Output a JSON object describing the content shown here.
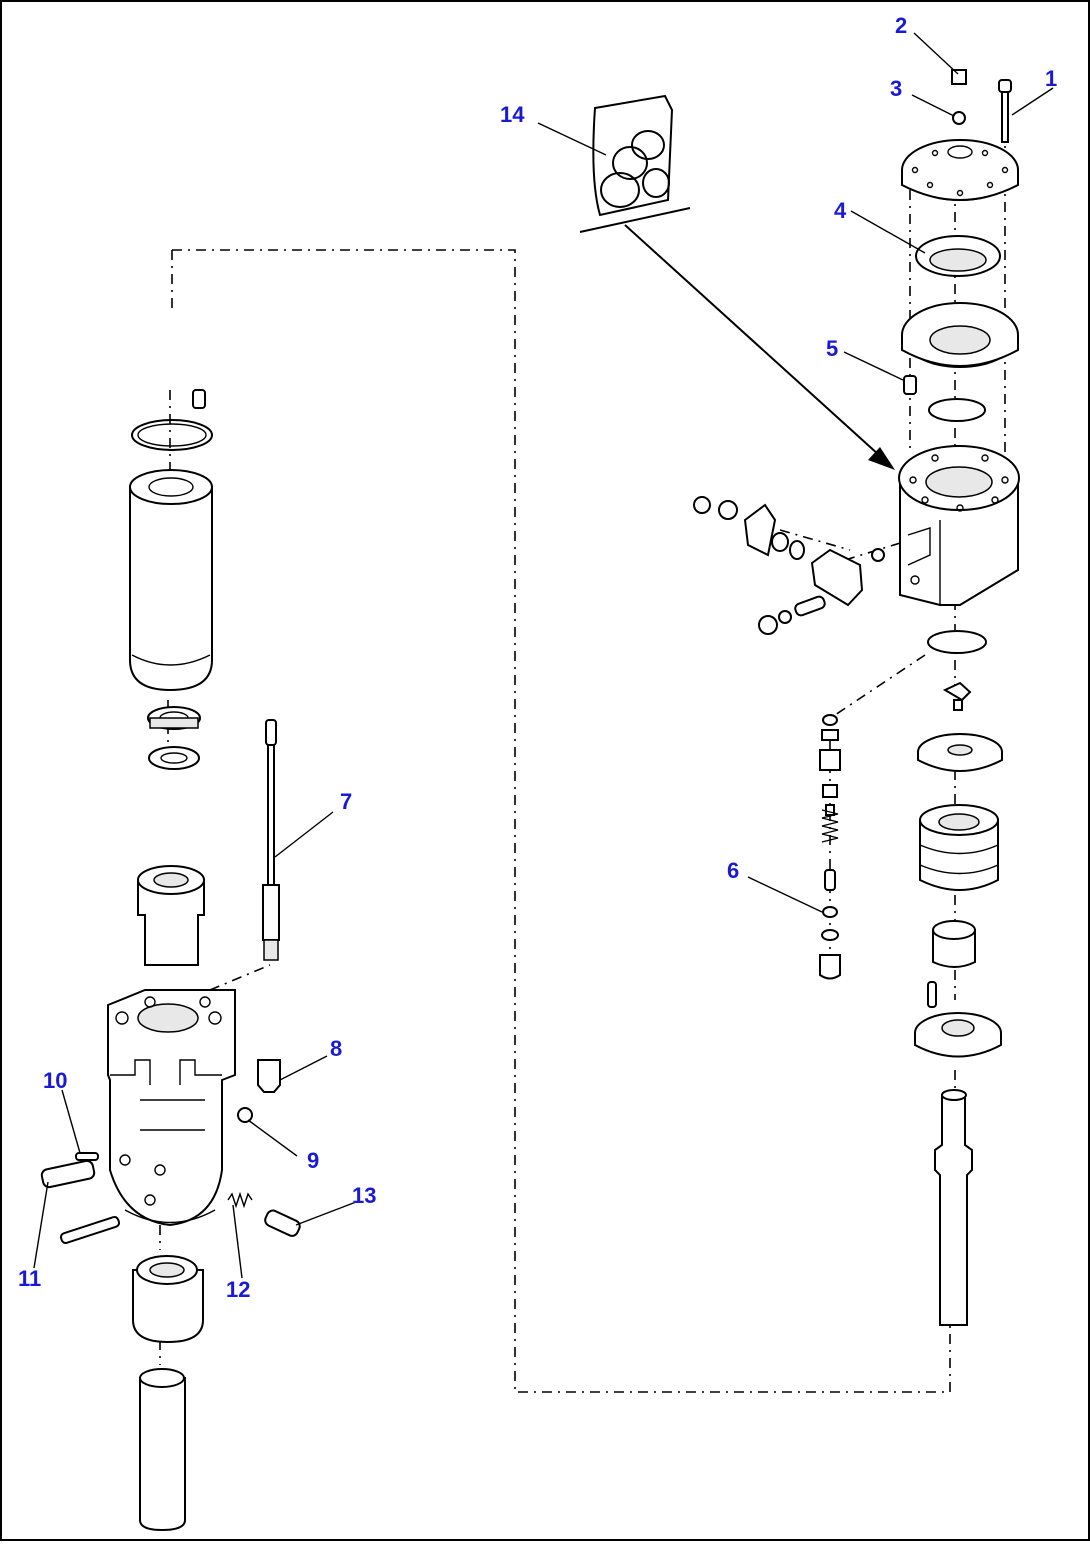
{
  "diagram": {
    "callouts": [
      {
        "id": "1",
        "label": "1"
      },
      {
        "id": "2",
        "label": "2"
      },
      {
        "id": "3",
        "label": "3"
      },
      {
        "id": "4",
        "label": "4"
      },
      {
        "id": "5",
        "label": "5"
      },
      {
        "id": "6",
        "label": "6"
      },
      {
        "id": "7",
        "label": "7"
      },
      {
        "id": "8",
        "label": "8"
      },
      {
        "id": "9",
        "label": "9"
      },
      {
        "id": "10",
        "label": "10"
      },
      {
        "id": "11",
        "label": "11"
      },
      {
        "id": "12",
        "label": "12"
      },
      {
        "id": "13",
        "label": "13"
      },
      {
        "id": "14",
        "label": "14"
      }
    ],
    "colors": {
      "callout": "#1a1ad6",
      "line": "#000000",
      "background": "#ffffff"
    }
  }
}
